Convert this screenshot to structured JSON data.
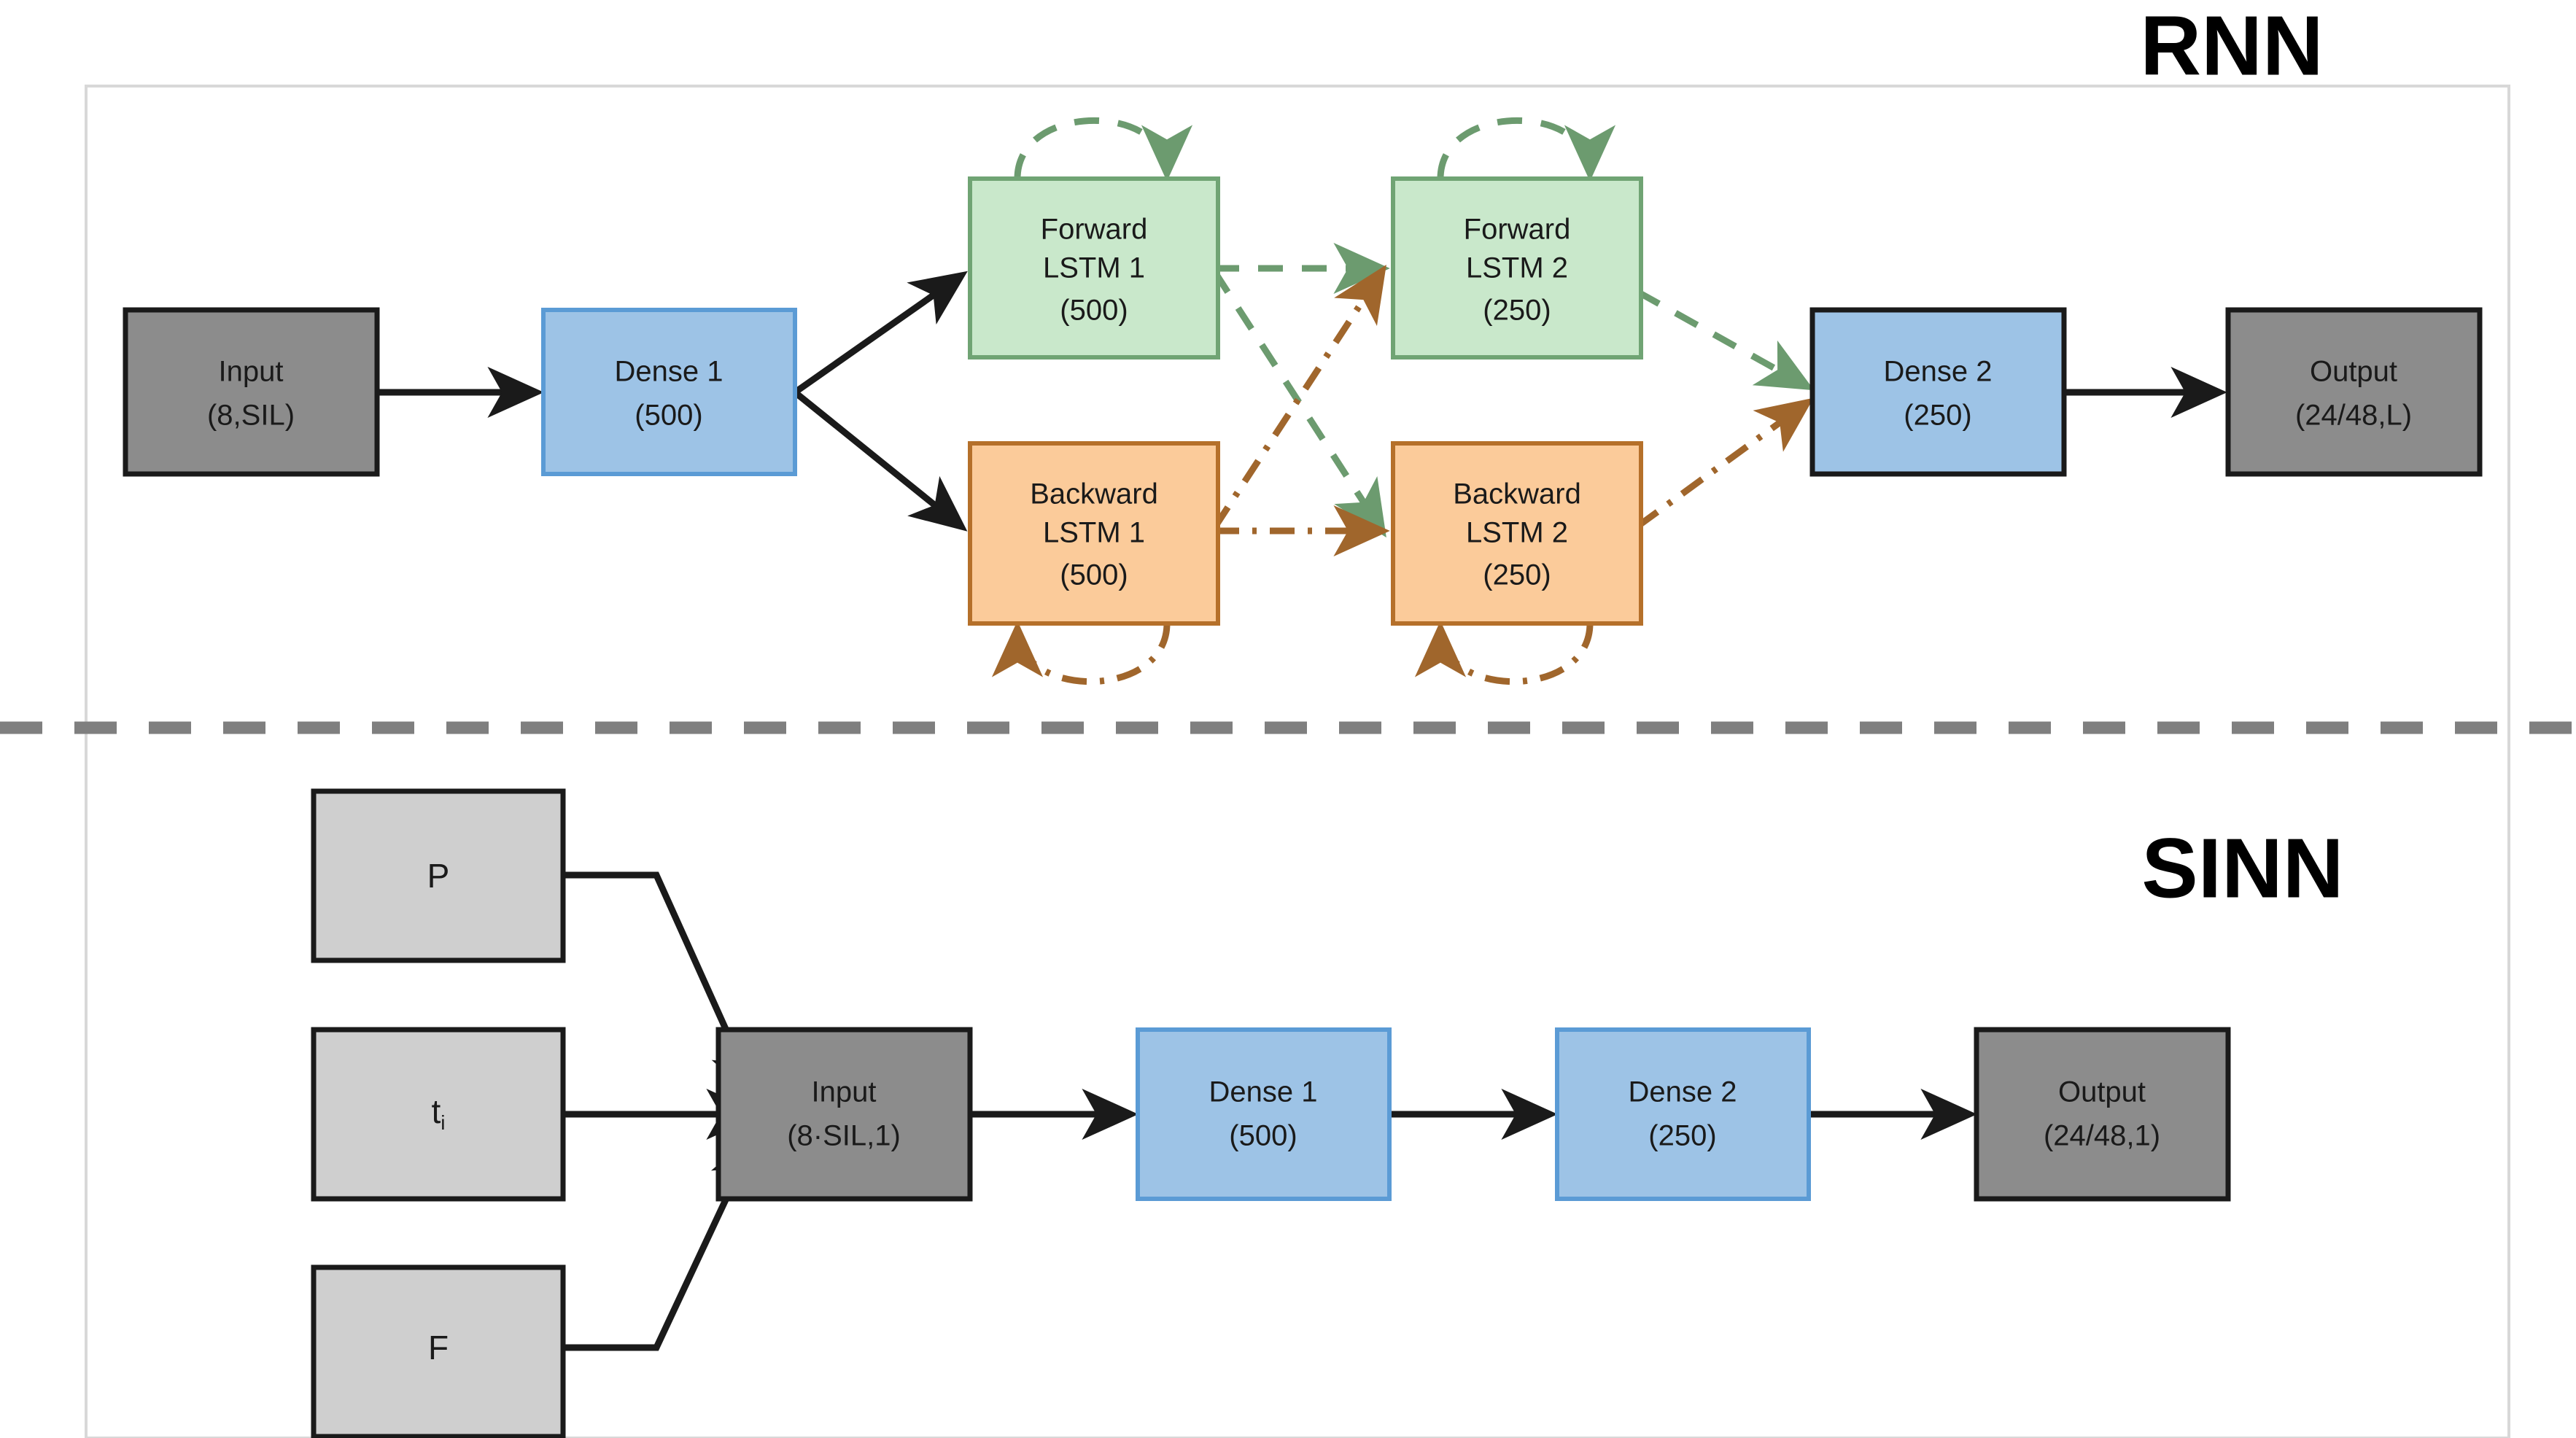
{
  "figure": {
    "background_color": "#ffffff",
    "frame_border_color": "#d8d8d8",
    "divider": {
      "name": "section-divider",
      "style": "dashed",
      "color": "#7f7f7f"
    }
  },
  "palette": {
    "gray_dark": "#8c8c8c",
    "gray_light": "#cfcfcf",
    "blue": "#9dc3e6",
    "blue_border": "#5b9bd5",
    "green": "#c9e8cb",
    "green_border": "#70a474",
    "orange": "#fbcb9a",
    "orange_border": "#b5702a",
    "black": "#1a1a1a",
    "arrow_forward": "#6c9b6f",
    "arrow_backward": "#a0662c"
  },
  "sections": [
    {
      "id": "rnn",
      "title": "RNN",
      "nodes": [
        {
          "id": "rnn-input",
          "name": "node-input",
          "line1": "Input",
          "line2": "(8,SIL)",
          "fill": "gray_dark"
        },
        {
          "id": "rnn-dense1",
          "name": "node-dense-1",
          "line1": "Dense 1",
          "line2": "(500)",
          "fill": "blue"
        },
        {
          "id": "rnn-fwd-lstm-1",
          "name": "node-forward-lstm-1",
          "line1": "Forward",
          "line2": "LSTM 1",
          "line3": "(500)",
          "fill": "green"
        },
        {
          "id": "rnn-fwd-lstm-2",
          "name": "node-forward-lstm-2",
          "line1": "Forward",
          "line2": "LSTM 2",
          "line3": "(250)",
          "fill": "green"
        },
        {
          "id": "rnn-bwd-lstm-1",
          "name": "node-backward-lstm-1",
          "line1": "Backward",
          "line2": "LSTM 1",
          "line3": "(500)",
          "fill": "orange"
        },
        {
          "id": "rnn-bwd-lstm-2",
          "name": "node-backward-lstm-2",
          "line1": "Backward",
          "line2": "LSTM 2",
          "line3": "(250)",
          "fill": "orange"
        },
        {
          "id": "rnn-dense2",
          "name": "node-dense-2",
          "line1": "Dense 2",
          "line2": "(250)",
          "fill": "blue"
        },
        {
          "id": "rnn-output",
          "name": "node-output",
          "line1": "Output",
          "line2": "(24/48,L)",
          "fill": "gray_dark"
        }
      ],
      "edges": [
        {
          "from": "rnn-input",
          "to": "rnn-dense1",
          "style": "solid",
          "color": "black"
        },
        {
          "from": "rnn-dense1",
          "to": "rnn-fwd-lstm-1",
          "style": "solid",
          "color": "black"
        },
        {
          "from": "rnn-dense1",
          "to": "rnn-bwd-lstm-1",
          "style": "solid",
          "color": "black"
        },
        {
          "from": "rnn-fwd-lstm-1",
          "to": "rnn-fwd-lstm-2",
          "style": "dashed",
          "color": "arrow_forward"
        },
        {
          "from": "rnn-fwd-lstm-1",
          "to": "rnn-bwd-lstm-2",
          "style": "dashed",
          "color": "arrow_forward"
        },
        {
          "from": "rnn-bwd-lstm-1",
          "to": "rnn-bwd-lstm-2",
          "style": "dashdot",
          "color": "arrow_backward"
        },
        {
          "from": "rnn-bwd-lstm-1",
          "to": "rnn-fwd-lstm-2",
          "style": "dashdot",
          "color": "arrow_backward"
        },
        {
          "from": "rnn-fwd-lstm-2",
          "to": "rnn-dense2",
          "style": "dashed",
          "color": "arrow_forward"
        },
        {
          "from": "rnn-bwd-lstm-2",
          "to": "rnn-dense2",
          "style": "dashdot",
          "color": "arrow_backward"
        },
        {
          "from": "rnn-dense2",
          "to": "rnn-output",
          "style": "solid",
          "color": "black"
        },
        {
          "from": "rnn-fwd-lstm-1",
          "to": "rnn-fwd-lstm-1",
          "style": "dashed",
          "color": "arrow_forward",
          "kind": "self-loop-top"
        },
        {
          "from": "rnn-fwd-lstm-2",
          "to": "rnn-fwd-lstm-2",
          "style": "dashed",
          "color": "arrow_forward",
          "kind": "self-loop-top"
        },
        {
          "from": "rnn-bwd-lstm-1",
          "to": "rnn-bwd-lstm-1",
          "style": "dashdot",
          "color": "arrow_backward",
          "kind": "self-loop-bottom"
        },
        {
          "from": "rnn-bwd-lstm-2",
          "to": "rnn-bwd-lstm-2",
          "style": "dashdot",
          "color": "arrow_backward",
          "kind": "self-loop-bottom"
        }
      ]
    },
    {
      "id": "sinn",
      "title": "SINN",
      "nodes": [
        {
          "id": "sinn-p",
          "name": "node-p",
          "line1": "P",
          "fill": "gray_light"
        },
        {
          "id": "sinn-ti",
          "name": "node-t-i",
          "line1": "t",
          "sub": "i",
          "fill": "gray_light"
        },
        {
          "id": "sinn-f",
          "name": "node-f",
          "line1": "F",
          "fill": "gray_light"
        },
        {
          "id": "sinn-input",
          "name": "node-input",
          "line1": "Input",
          "line2": "(8·SIL,1)",
          "fill": "gray_dark"
        },
        {
          "id": "sinn-dense1",
          "name": "node-dense-1",
          "line1": "Dense 1",
          "line2": "(500)",
          "fill": "blue"
        },
        {
          "id": "sinn-dense2",
          "name": "node-dense-2",
          "line1": "Dense 2",
          "line2": "(250)",
          "fill": "blue"
        },
        {
          "id": "sinn-output",
          "name": "node-output",
          "line1": "Output",
          "line2": "(24/48,1)",
          "fill": "gray_dark"
        }
      ],
      "edges": [
        {
          "from": "sinn-p",
          "to": "sinn-input",
          "style": "solid",
          "color": "black"
        },
        {
          "from": "sinn-ti",
          "to": "sinn-input",
          "style": "solid",
          "color": "black"
        },
        {
          "from": "sinn-f",
          "to": "sinn-input",
          "style": "solid",
          "color": "black"
        },
        {
          "from": "sinn-input",
          "to": "sinn-dense1",
          "style": "solid",
          "color": "black"
        },
        {
          "from": "sinn-dense1",
          "to": "sinn-dense2",
          "style": "solid",
          "color": "black"
        },
        {
          "from": "sinn-dense2",
          "to": "sinn-output",
          "style": "solid",
          "color": "black"
        }
      ]
    }
  ]
}
